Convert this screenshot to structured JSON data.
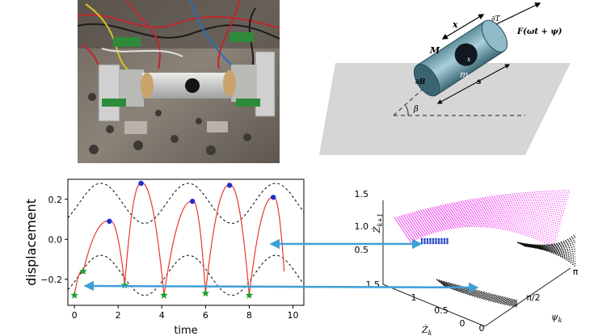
{
  "diagram": {
    "symbols": {
      "mass": "M",
      "coord_x": "x",
      "boundary_top": "∂T",
      "force": "F(ωt + ψ)",
      "inner_mass": "m",
      "inner_x": "x",
      "boundary_bottom": "∂B",
      "angle": "β",
      "length": "s"
    }
  },
  "chart_data": [
    {
      "type": "line",
      "xlabel": "time",
      "ylabel": "displacement",
      "xlim": [
        -0.3,
        10.5
      ],
      "ylim": [
        -0.33,
        0.3
      ],
      "xticks": [
        "0",
        "2",
        "4",
        "6",
        "8",
        "10"
      ],
      "yticks": [
        "0.2",
        "0.0",
        "−0.2"
      ],
      "ytick_values": [
        0.2,
        0.0,
        -0.2
      ],
      "xtick_values": [
        0,
        2,
        4,
        6,
        8,
        10
      ],
      "series": [
        {
          "style": "black-dashed",
          "kind": "upper-boundary",
          "formula": "0.18 + 0.1*cos(pi*t/2 - 1.9)"
        },
        {
          "style": "black-dashed",
          "kind": "lower-boundary",
          "formula": "-0.18 + 0.1*cos(pi*t/2 - 1.9)"
        },
        {
          "style": "red",
          "kind": "trajectory",
          "x": [
            0,
            0.4,
            1.6,
            2.3,
            3.05,
            4.1,
            5.4,
            6.0,
            7.1,
            8.0,
            9.1,
            9.6
          ],
          "y": [
            -0.28,
            -0.16,
            0.09,
            -0.23,
            0.28,
            -0.28,
            0.19,
            -0.27,
            0.27,
            -0.28,
            0.21,
            -0.16
          ]
        },
        {
          "style": "blue-dots",
          "kind": "impacts-top",
          "x": [
            1.6,
            3.05,
            5.4,
            7.1,
            9.1
          ],
          "y": [
            0.09,
            0.28,
            0.19,
            0.27,
            0.21
          ]
        },
        {
          "style": "green-stars",
          "kind": "impacts-bottom",
          "x": [
            0,
            0.4,
            2.3,
            4.1,
            6.0,
            8.0
          ],
          "y": [
            -0.28,
            -0.16,
            -0.23,
            -0.28,
            -0.27,
            -0.28
          ]
        }
      ],
      "grid": false
    },
    {
      "type": "scatter",
      "axis_ticks": {
        "z": [
          "1.5",
          "1.0",
          "0.5"
        ],
        "x": [
          "1.5",
          "1",
          "0.5",
          "0"
        ],
        "y": [
          "0",
          "π/2",
          "π"
        ]
      },
      "axis_labels": {
        "z": "Ż_{k+1}",
        "x": "Ż_k",
        "y": "ψ_k"
      },
      "colors": {
        "map": "#ee22ee",
        "fixed": "#1f3fbf",
        "ground": "#111111"
      }
    }
  ],
  "connectors": {
    "color": "#3f9fd6"
  }
}
